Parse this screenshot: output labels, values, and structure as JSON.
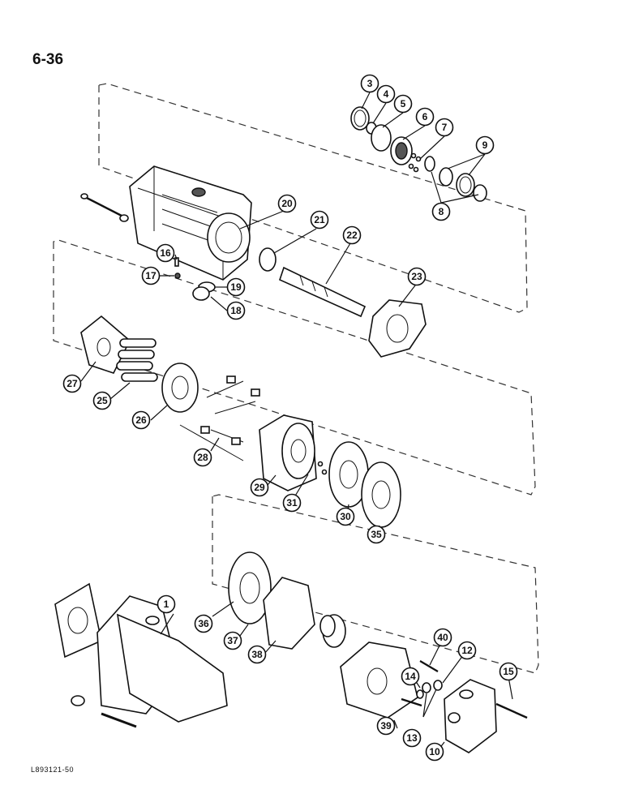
{
  "page": {
    "number": "6-36",
    "figure_code": "L893121-50"
  },
  "callouts": {
    "c1": "1",
    "c3": "3",
    "c4": "4",
    "c5": "5",
    "c6": "6",
    "c7": "7",
    "c8": "8",
    "c9": "9",
    "c10": "10",
    "c12": "12",
    "c13": "13",
    "c14": "14",
    "c15": "15",
    "c16": "16",
    "c17": "17",
    "c18": "18",
    "c19": "19",
    "c20": "20",
    "c21": "21",
    "c22": "22",
    "c23": "23",
    "c25": "25",
    "c26": "26",
    "c27": "27",
    "c28": "28",
    "c29": "29",
    "c30": "30",
    "c31": "31",
    "c35": "35",
    "c36": "36",
    "c37": "37",
    "c38": "38",
    "c39": "39",
    "c40": "40"
  }
}
